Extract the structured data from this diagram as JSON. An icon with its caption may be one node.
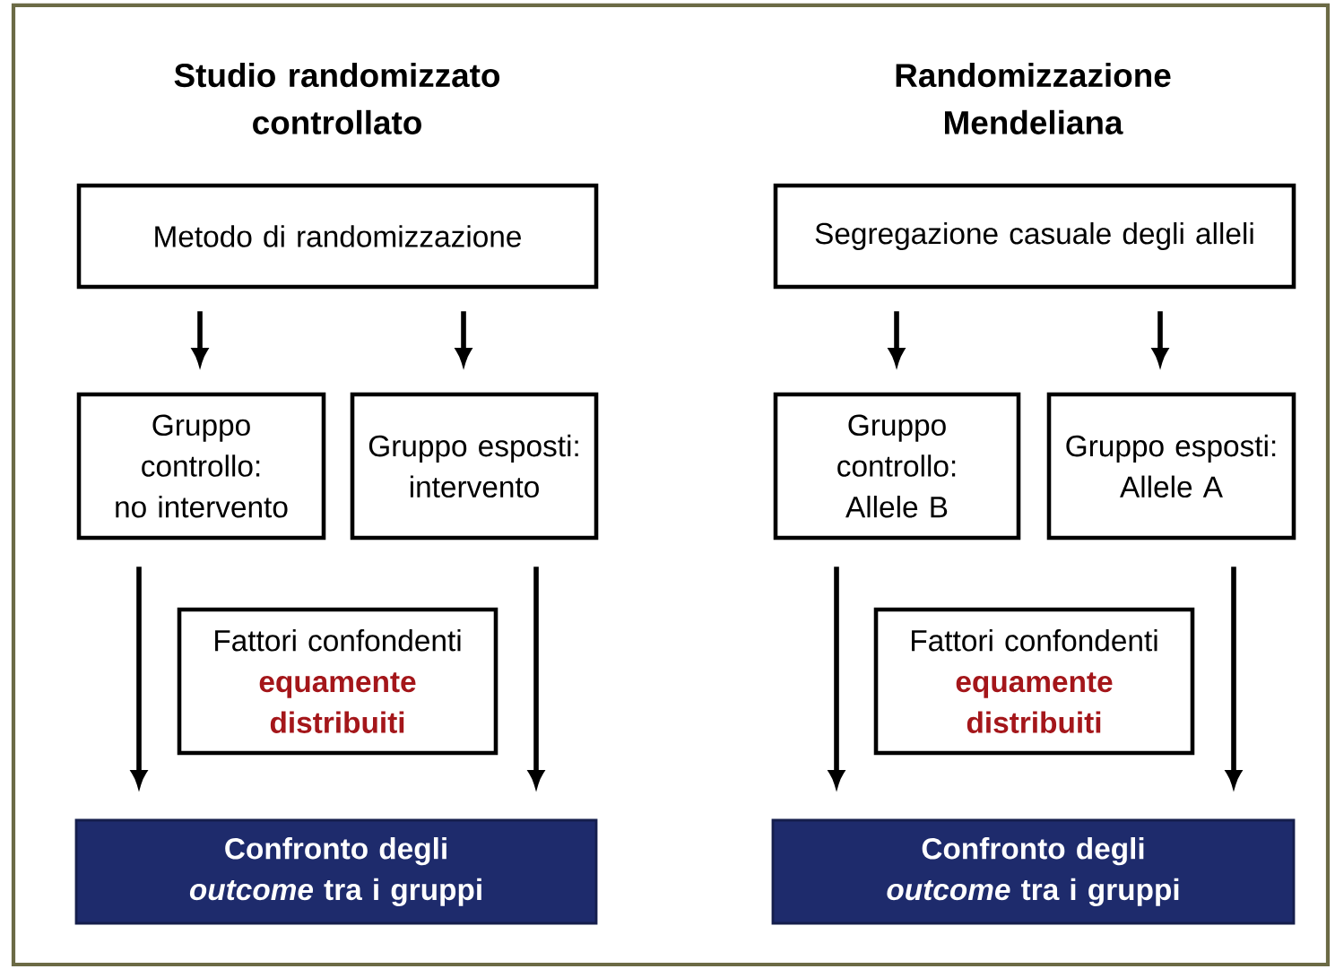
{
  "diagram": {
    "nodes": [
      {
        "text": [
          "Metodo di randomizzazione"
        ]
      },
      {
        "text": [
          "Gruppo controllo: no intervento"
        ]
      },
      {
        "text": [
          "Gruppo esposti: intervento"
        ]
      },
      {
        "text": [
          "Fattori confondenti",
          "equamente distribuiti"
        ]
      },
      {
        "text": [
          "Confronto degli *outcome* tra i gruppi"
        ]
      },
      {
        "text": [
          "Segregazione casuale degli alleli"
        ]
      },
      {
        "text": [
          "Gruppo controllo: Allele B"
        ]
      },
      {
        "text": [
          "Gruppo esposti: Allele A"
        ]
      },
      {
        "text": [
          "Fattori confondenti",
          "equamente distribuiti"
        ]
      },
      {
        "text": [
          "Confronto degli *outcome* tra i gruppi"
        ]
      }
    ],
    "edges": [
      {
        "from": 0,
        "to": 1,
        "arrow": "to"
      },
      {
        "from": 0,
        "to": 2,
        "arrow": "to"
      },
      {
        "from": 1,
        "to": 4,
        "arrow": "to"
      },
      {
        "from": 2,
        "to": 4,
        "arrow": "to"
      },
      {
        "from": 5,
        "to": 6,
        "arrow": "to"
      },
      {
        "from": 5,
        "to": 7,
        "arrow": "to"
      },
      {
        "from": 6,
        "to": 9,
        "arrow": "to"
      },
      {
        "from": 7,
        "to": 9,
        "arrow": "to"
      }
    ],
    "labels": [
      "Studio randomizzato controllato",
      "Randomizzazione Mendeliana"
    ]
  }
}
